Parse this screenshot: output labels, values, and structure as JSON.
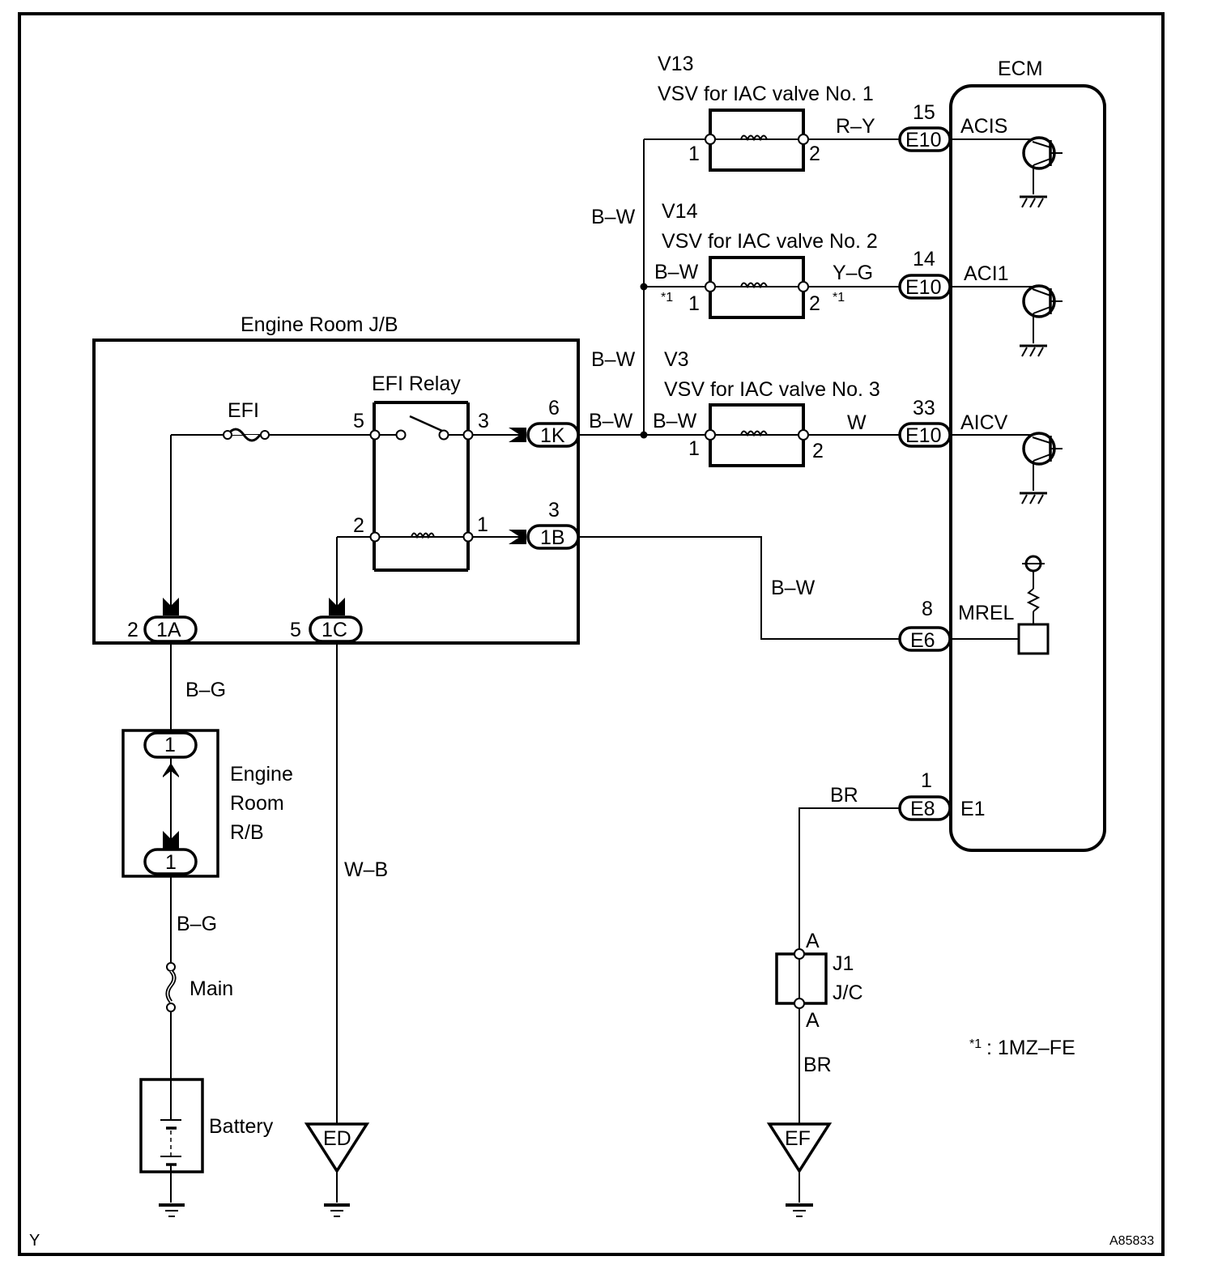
{
  "diagram": {
    "figure_id": "A85833",
    "corner_mark": "Y",
    "footnote": {
      "marker": "*1",
      "text": ": 1MZ–FE"
    },
    "ecm": {
      "title": "ECM",
      "pins": [
        {
          "name": "ACIS",
          "pin": "15",
          "connector": "E10"
        },
        {
          "name": "ACI1",
          "pin": "14",
          "connector": "E10"
        },
        {
          "name": "AICV",
          "pin": "33",
          "connector": "E10"
        },
        {
          "name": "MREL",
          "pin": "8",
          "connector": "E6"
        },
        {
          "name": "E1",
          "pin": "1",
          "connector": "E8"
        }
      ]
    },
    "vsvs": [
      {
        "id": "V13",
        "name": "VSV for IAC valve No. 1",
        "pin1": "1",
        "pin2": "2",
        "wire_out": "R–Y",
        "wire_in": "",
        "note_in": "",
        "note_out": ""
      },
      {
        "id": "V14",
        "name": "VSV for IAC valve No. 2",
        "pin1": "1",
        "pin2": "2",
        "wire_out": "Y–G",
        "wire_in": "B–W",
        "note_in": "*1",
        "note_out": "*1"
      },
      {
        "id": "V3",
        "name": "VSV for IAC valve No. 3",
        "pin1": "1",
        "pin2": "2",
        "wire_out": "W",
        "wire_in": "B–W",
        "note_in": "",
        "note_out": ""
      }
    ],
    "bus_wire_labels": [
      "B–W",
      "B–W",
      "B–W"
    ],
    "engine_room_jb": {
      "title": "Engine Room J/B",
      "fuse_label": "EFI",
      "relay": {
        "title": "EFI Relay",
        "pins": [
          "5",
          "3",
          "2",
          "1"
        ]
      },
      "connectors": [
        {
          "pin": "6",
          "connector": "1K"
        },
        {
          "pin": "3",
          "connector": "1B"
        },
        {
          "pin": "2",
          "connector": "1A"
        },
        {
          "pin": "5",
          "connector": "1C"
        }
      ]
    },
    "mrel_wire": "B–W",
    "engine_room_rb": {
      "title_lines": [
        "Engine",
        "Room",
        "R/B"
      ],
      "pin_top": "1",
      "pin_bottom": "1"
    },
    "wires": {
      "bg_top": "B–G",
      "bg_bottom": "B–G",
      "wb": "W–B",
      "br_top": "BR",
      "br_bottom": "BR"
    },
    "main_fuse": "Main",
    "battery": "Battery",
    "grounds": {
      "ed": "ED",
      "ef": "EF"
    },
    "junction": {
      "name": "J1",
      "type": "J/C",
      "pin_top": "A",
      "pin_bottom": "A"
    }
  }
}
